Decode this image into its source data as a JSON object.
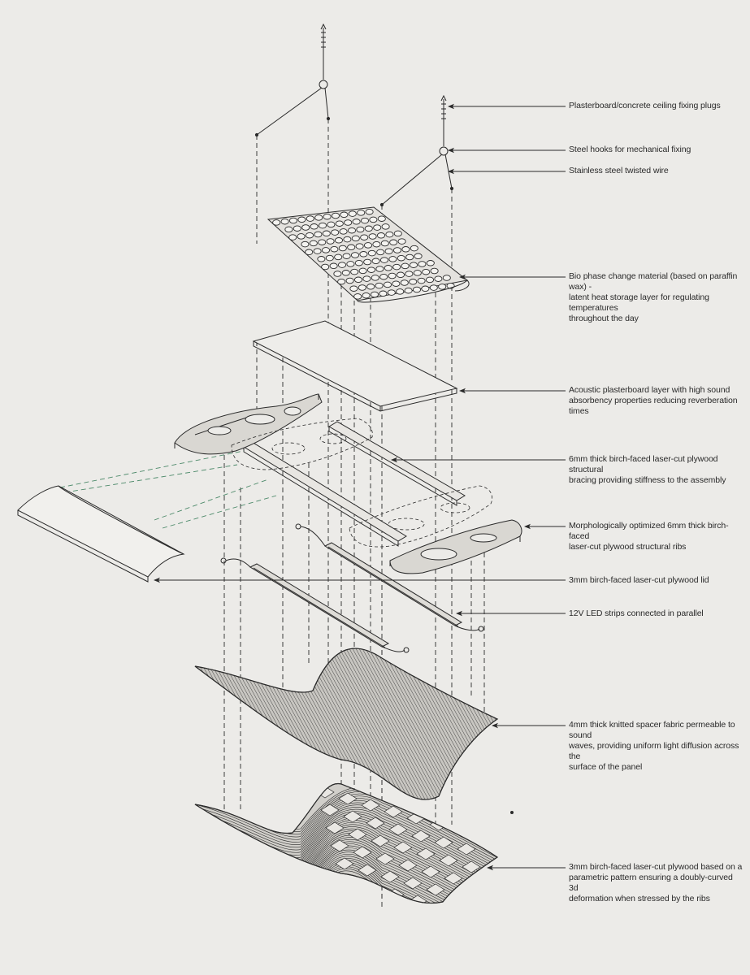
{
  "colors": {
    "background": "#ecebe8",
    "ink": "#2a2a2a",
    "accent_dashed": "#4d8a6a"
  },
  "labels": [
    {
      "lines": [
        "Plasterboard/concrete ceiling fixing plugs"
      ]
    },
    {
      "lines": [
        "Steel hooks for mechanical fixing"
      ]
    },
    {
      "lines": [
        "Stainless steel twisted wire"
      ]
    },
    {
      "lines": [
        "Bio phase change material (based on paraffin wax) -",
        "latent heat storage layer for regulating temperatures",
        "throughout the day"
      ]
    },
    {
      "lines": [
        "Acoustic plasterboard layer with high sound",
        "absorbency properties reducing reverberation times"
      ]
    },
    {
      "lines": [
        "6mm thick birch-faced laser-cut plywood structural",
        "bracing providing stiffness to the assembly"
      ]
    },
    {
      "lines": [
        "Morphologically optimized 6mm thick birch-faced",
        "laser-cut plywood structural ribs"
      ]
    },
    {
      "lines": [
        "3mm birch-faced laser-cut plywood lid"
      ]
    },
    {
      "lines": [
        "12V LED strips connected in parallel"
      ]
    },
    {
      "lines": [
        "4mm thick knitted spacer fabric permeable to sound",
        "waves, providing uniform light diffusion across the",
        "surface of the panel"
      ]
    },
    {
      "lines": [
        "3mm birch-faced laser-cut plywood based on a",
        "parametric pattern ensuring a doubly-curved 3d",
        "deformation when stressed by the ribs"
      ]
    }
  ]
}
